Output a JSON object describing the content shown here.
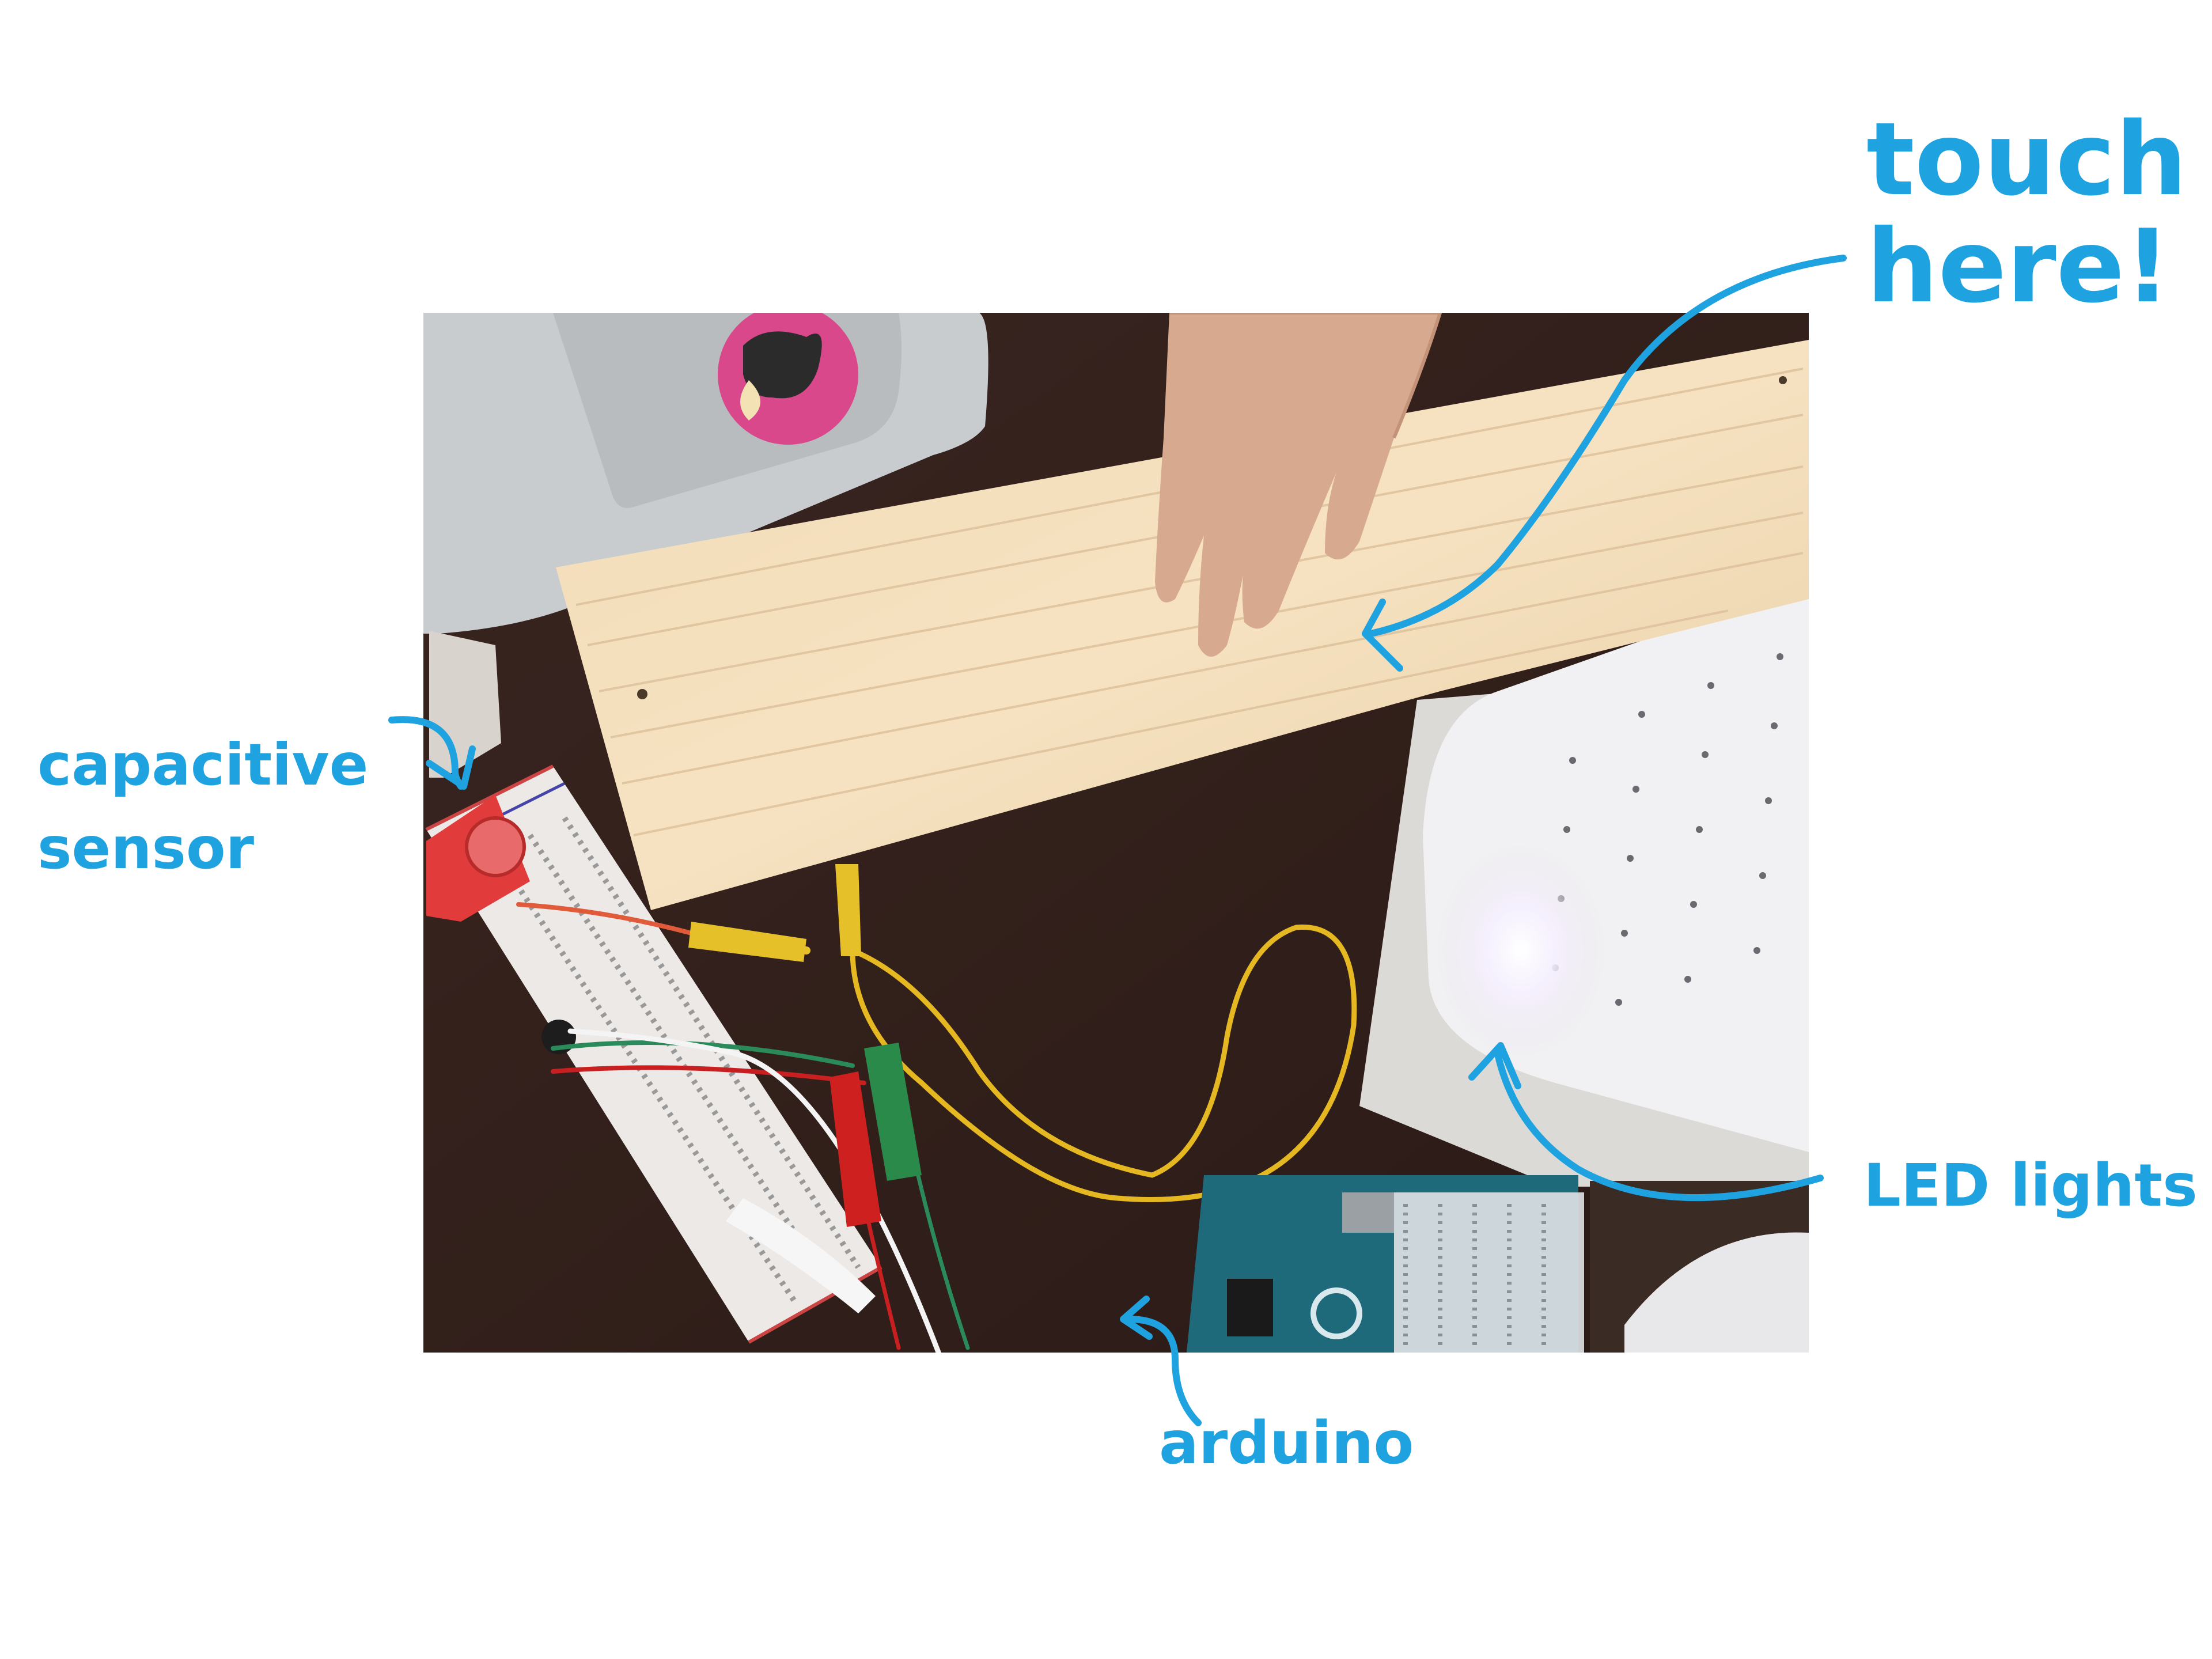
{
  "annotation_color": "#1fa3e0",
  "labels": {
    "touch_line1": "touch",
    "touch_line2": "here!",
    "capacitive_line1": "capacitive",
    "capacitive_line2": "sensor",
    "led": "LED lights",
    "arduino": "arduino"
  },
  "photo": {
    "sticker_icon": "cat-sticker-icon",
    "breadboard_icon": "breadboard-icon",
    "arduino_icon": "arduino-board-icon",
    "led_panel_icon": "led-panel-icon",
    "hand_icon": "hand-icon"
  }
}
